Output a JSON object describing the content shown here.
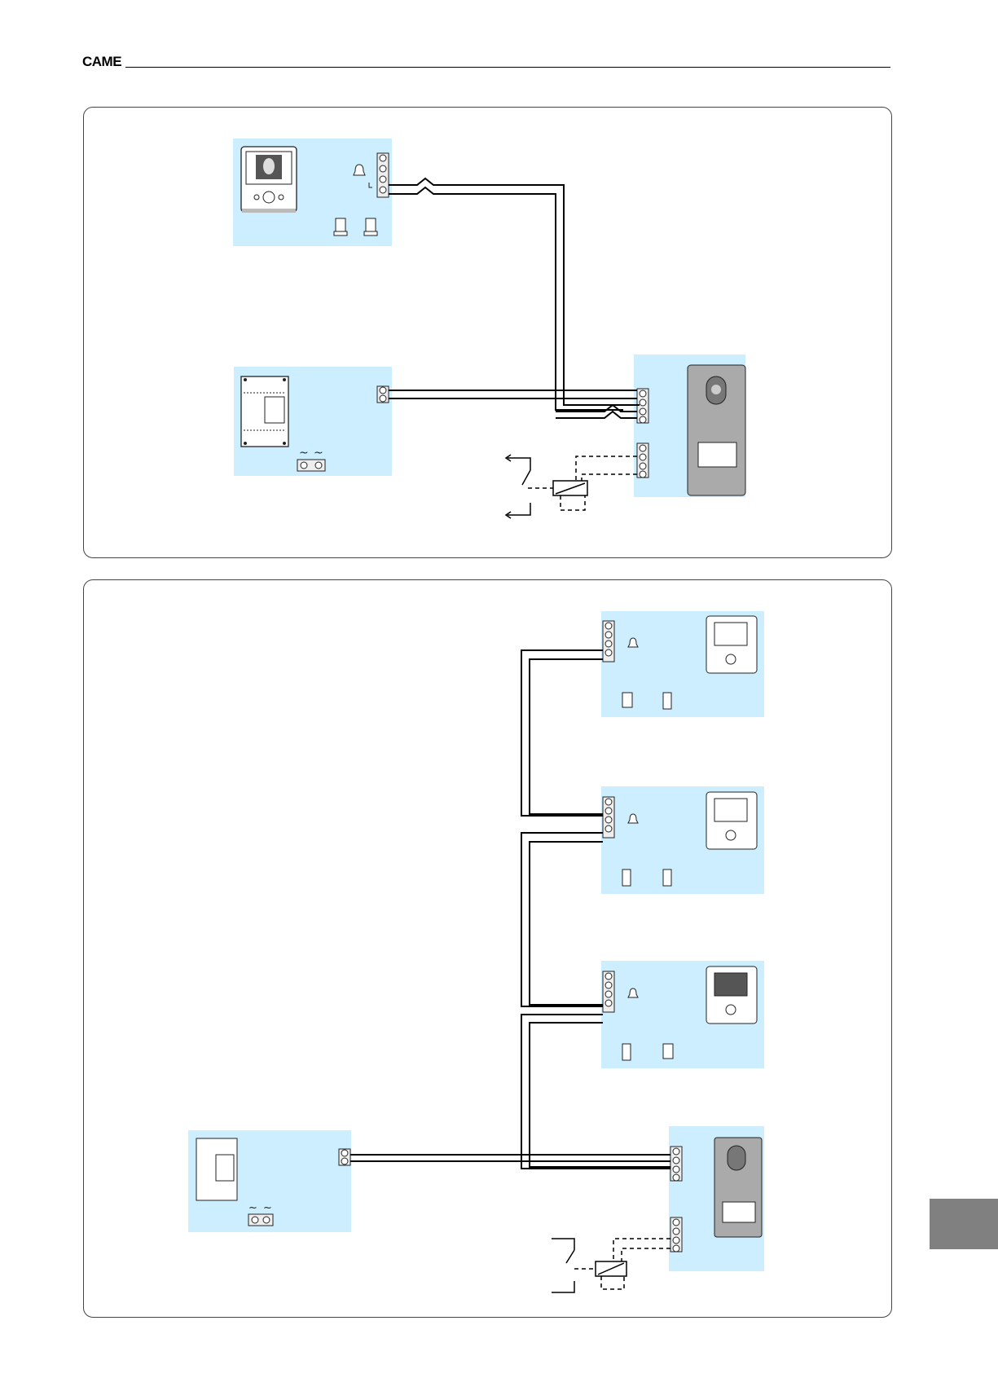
{
  "header": {
    "brand": "CAME"
  },
  "colors": {
    "box_fill": "#cceeff",
    "wire": "#000000",
    "side_tab": "#808080"
  },
  "diagrams": [
    {
      "id": "single-user",
      "devices": [
        "video-monitor",
        "power-supply",
        "entry-panel",
        "lock-relay"
      ]
    },
    {
      "id": "three-users",
      "devices": [
        "video-monitor",
        "video-monitor",
        "video-monitor",
        "power-supply",
        "entry-panel",
        "lock-relay"
      ]
    }
  ],
  "symbols": {
    "ac_left": "~",
    "ac_right": "~"
  }
}
